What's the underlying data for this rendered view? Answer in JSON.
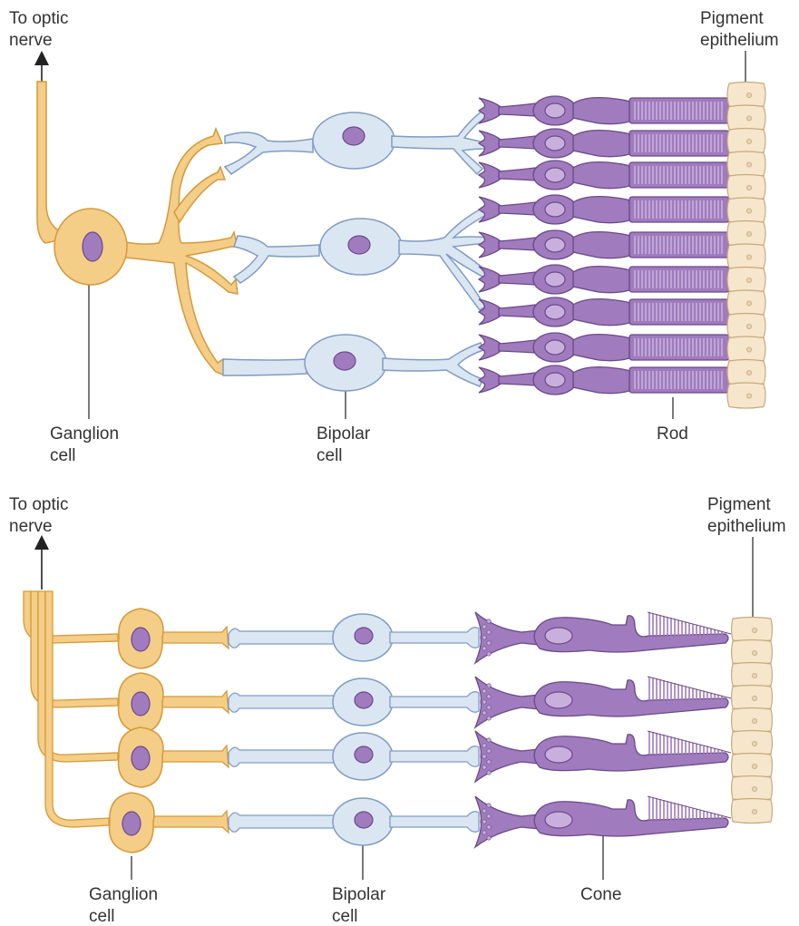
{
  "colors": {
    "ganglion_fill": "#f4cd86",
    "ganglion_stroke": "#d49a3c",
    "bipolar_fill": "#dbe6f3",
    "bipolar_stroke": "#7f9dc0",
    "receptor_fill": "#a07bbd",
    "receptor_stroke": "#6a4a8a",
    "receptor_light": "#c9b0dc",
    "pigment_fill": "#f6e6cc",
    "pigment_stroke": "#c8aa7a",
    "arrow": "#222222",
    "label": "#333333"
  },
  "rod_panel": {
    "optic_label": [
      "To optic",
      "nerve"
    ],
    "pigment_label": [
      "Pigment",
      "epithelium"
    ],
    "ganglion_label": [
      "Ganglion",
      "cell"
    ],
    "bipolar_label": [
      "Bipolar",
      "cell"
    ],
    "receptor_label": "Rod"
  },
  "cone_panel": {
    "optic_label": [
      "To optic",
      "nerve"
    ],
    "pigment_label": [
      "Pigment",
      "epithelium"
    ],
    "ganglion_label": [
      "Ganglion",
      "cell"
    ],
    "bipolar_label": [
      "Bipolar",
      "cell"
    ],
    "receptor_label": "Cone"
  }
}
